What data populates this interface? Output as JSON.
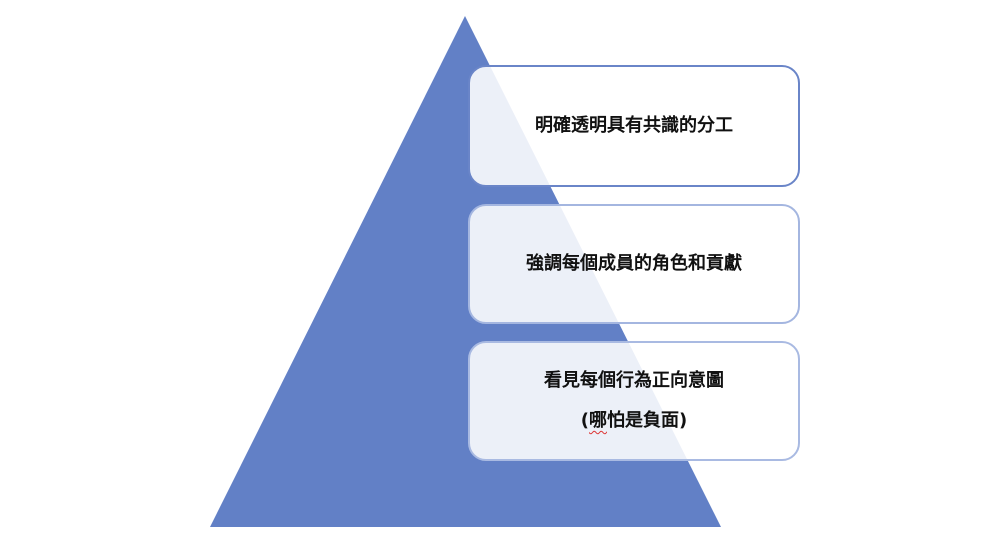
{
  "colors": {
    "pyramid": "#6280c6",
    "box_border_top": "#6a85c8",
    "box_border": "#a4b6e0"
  },
  "levels": [
    {
      "lines": [
        "明確透明具有共識的分工"
      ]
    },
    {
      "lines": [
        "強調每個成員的角色和貢獻"
      ]
    },
    {
      "lines": [
        "看見每個行為正向意圖"
      ],
      "line2_open": "(",
      "line2_flagged": "哪",
      "line2_rest": "怕是負面)"
    }
  ]
}
